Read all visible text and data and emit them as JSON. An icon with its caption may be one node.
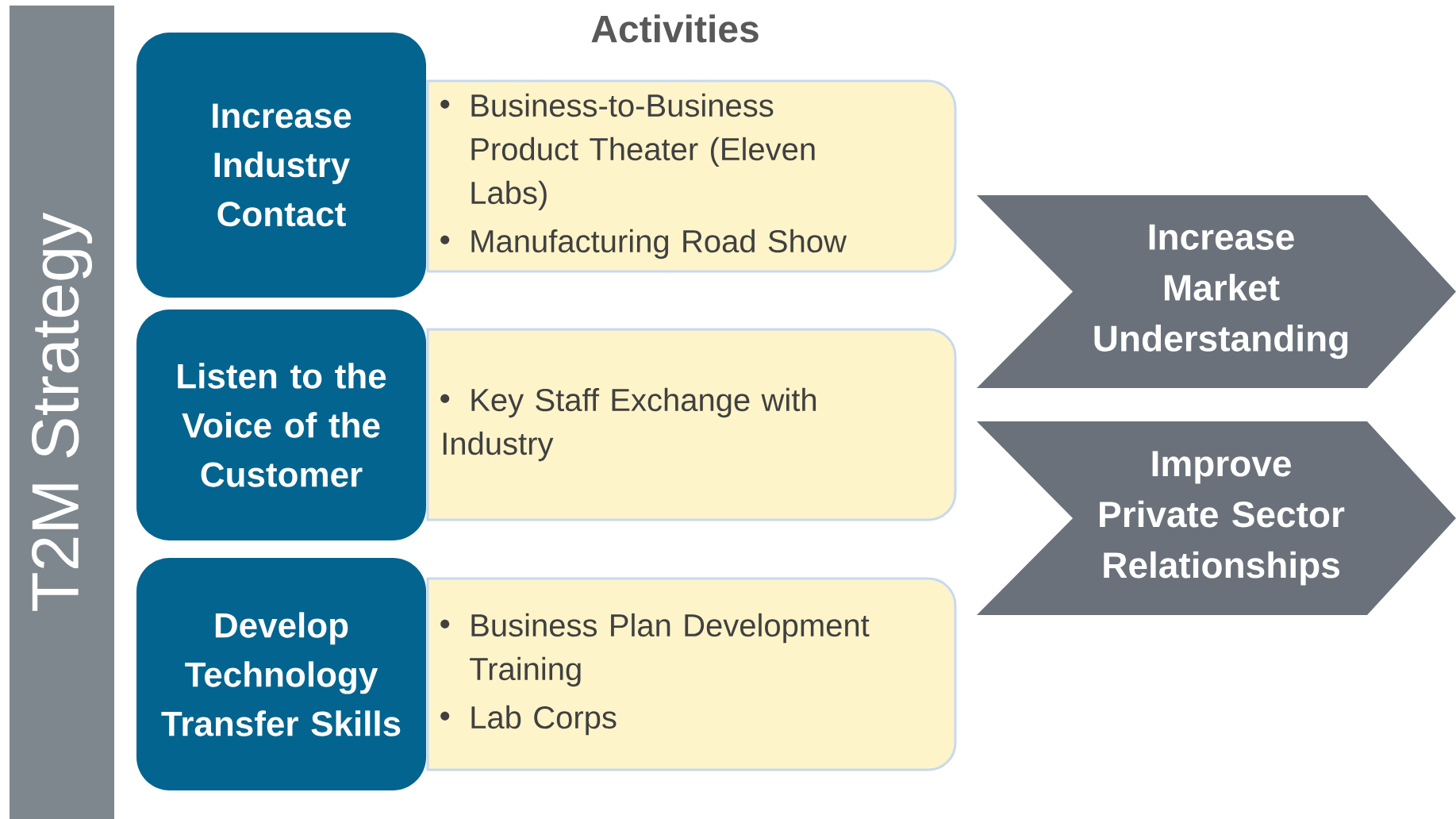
{
  "diagram": {
    "nodes": [
      {
        "text": [
          "T2M Strategy"
        ]
      },
      {
        "text": [
          "Increase Industry Contact"
        ]
      },
      {
        "text": [
          "Listen to the Voice of the Customer"
        ]
      },
      {
        "text": [
          "Develop Technology Transfer Skills"
        ]
      },
      {
        "text": [
          "Business-to-Business Product Theater (Eleven Labs)",
          "Manufacturing Road Show"
        ]
      },
      {
        "text": [
          "Key Staff Exchange with Industry"
        ]
      },
      {
        "text": [
          "Business Plan Development Training",
          "Lab Corps"
        ]
      },
      {
        "text": [
          "Increase Market Understanding"
        ]
      },
      {
        "text": [
          "Improve Private Sector Relationships"
        ]
      }
    ],
    "edges": [],
    "labels": [
      "Activities"
    ]
  }
}
